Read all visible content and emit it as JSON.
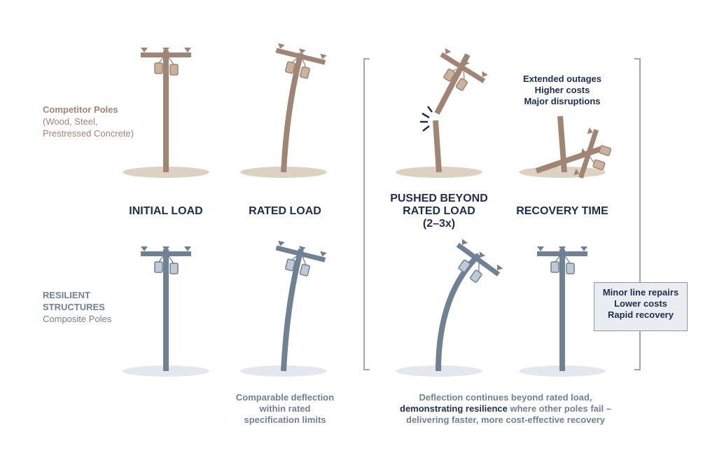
{
  "competitor": {
    "title": "Competitor Poles",
    "subtitle": [
      "(Wood, Steel,",
      "Prestressed Concrete)"
    ]
  },
  "resilient": {
    "title": [
      "RESILIENT",
      "STRUCTURES"
    ],
    "subtitle": "Composite Poles"
  },
  "columns": {
    "initial": "INITIAL LOAD",
    "rated": "RATED LOAD",
    "beyond": [
      "PUSHED BEYOND",
      "RATED LOAD",
      "(2–3x)"
    ],
    "recovery": "RECOVERY TIME"
  },
  "competitor_outcome": [
    "Extended outages",
    "Higher costs",
    "Major disruptions"
  ],
  "resilient_outcome": [
    "Minor line repairs",
    "Lower costs",
    "Rapid recovery"
  ],
  "captions": {
    "comparable": [
      "Comparable deflection",
      "within rated",
      "specification limits"
    ],
    "beyond_line1": "Deflection continues beyond rated load,",
    "beyond_strong": "demonstrating resilience",
    "beyond_rest": " where other poles fail –",
    "beyond_line3": "delivering faster, more cost-effective recovery"
  },
  "colors": {
    "competitor_pole": "#a08474",
    "competitor_equipment": "#c9b29e",
    "competitor_ground": "#ddd2c1",
    "resilient_pole": "#6f8193",
    "resilient_equipment": "#bfcad4",
    "resilient_ground": "#e4e8ee",
    "navy": "#1f2d4f",
    "bracket": "#9aa8b6"
  }
}
